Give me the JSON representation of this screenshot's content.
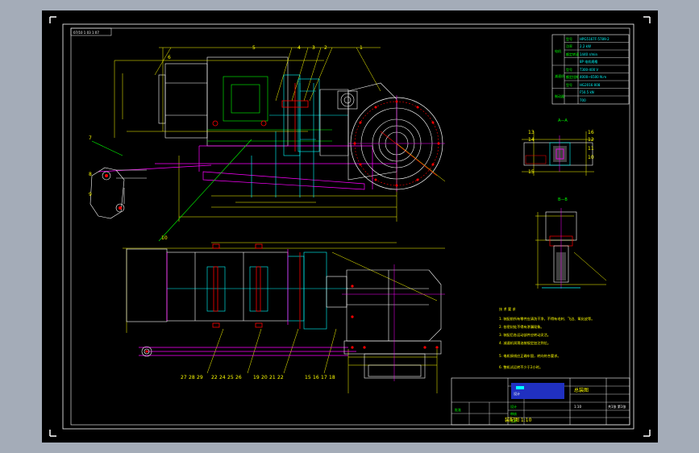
{
  "drawing": {
    "top_left_label": "07/10 1 03 1 07",
    "leader_numbers_top": [
      "6",
      "5",
      "4",
      "3",
      "2",
      "1"
    ],
    "leader_numbers_left": [
      "7",
      "8",
      "9",
      "10"
    ],
    "leader_numbers_bottom": [
      "27",
      "28",
      "29",
      "22",
      "24",
      "25",
      "26",
      "19",
      "20",
      "21",
      "22",
      "15",
      "16",
      "17",
      "18"
    ],
    "section_aa": "A—A",
    "section_bb": "B—B",
    "section_numbers": [
      "13",
      "14",
      "15",
      "16",
      "12",
      "11",
      "10"
    ]
  },
  "parameter_table": {
    "rows": [
      [
        "型号",
        "HPG5167F-5789-2"
      ],
      [
        "功率",
        "2.2 kW"
      ],
      [
        "额定转速",
        "1440 r/min"
      ],
      [
        "",
        "8P  电机规格"
      ],
      [
        "型号",
        "T300-400 V"
      ],
      [
        "额定扭矩",
        "4000~6500 N.m"
      ],
      [
        "型号",
        "HG2016-008"
      ],
      [
        "",
        "F50.5 kN"
      ],
      [
        "",
        "700"
      ]
    ],
    "group_labels": [
      "电机",
      "减速机",
      "制动器"
    ]
  },
  "notes": {
    "heading": "技 术 要 求",
    "lines": [
      "1. 装配前所有零件应清洗干净，不得有毛刺、飞边、氧化皮等。",
      "2. 各密封处不得有渗漏现象。",
      "3. 装配后各运动部件应转动灵活。",
      "4. 减速机润滑油按规定加注到位。",
      "5. 电机接线应正确牢固，转向符合要求。",
      "6. 整机试运转不少于2小时。"
    ]
  },
  "title_block": {
    "drawing_name": "总装图",
    "scale": "1:10",
    "sheet": "共1张 第1张",
    "rows": [
      "设计",
      "审核",
      "工艺",
      "批准"
    ],
    "bottom_label": "装配图 1:10"
  },
  "colors": {
    "frame": "#ffffff",
    "yellow": "#ffff00",
    "cyan": "#00ffff",
    "green": "#00ff00",
    "magenta": "#ff00ff",
    "red": "#ff0000",
    "blue": "#3030ff"
  }
}
